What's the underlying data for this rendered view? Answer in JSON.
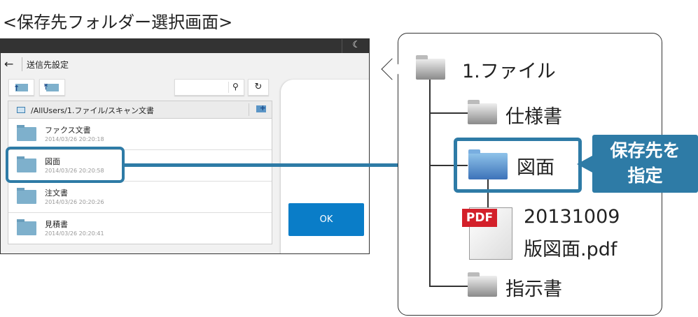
{
  "title": "<保存先フォルダー選択画面>",
  "screen": {
    "header_title": "送信先設定",
    "path": "/AllUsers/1.ファイル/スキャン文書",
    "folders": [
      {
        "name": "ファクス文書",
        "date": "2014/03/26 20:20:18"
      },
      {
        "name": "図面",
        "date": "2014/03/26 20:20:58"
      },
      {
        "name": "注文書",
        "date": "2014/03/26 20:20:26"
      },
      {
        "name": "見積書",
        "date": "2014/03/26 20:20:41"
      }
    ],
    "ok_label": "OK"
  },
  "tree": {
    "root": "1.ファイル",
    "items": [
      "仕様書",
      "図面",
      "指示書"
    ],
    "file_badge": "PDF",
    "file_name_line1": "20131009",
    "file_name_line2": "版図面.pdf"
  },
  "badge": {
    "line1": "保存先を",
    "line2": "指定"
  },
  "colors": {
    "accent": "#2e7ba6",
    "ok": "#0a7dc8",
    "pdf": "#d3202a"
  }
}
